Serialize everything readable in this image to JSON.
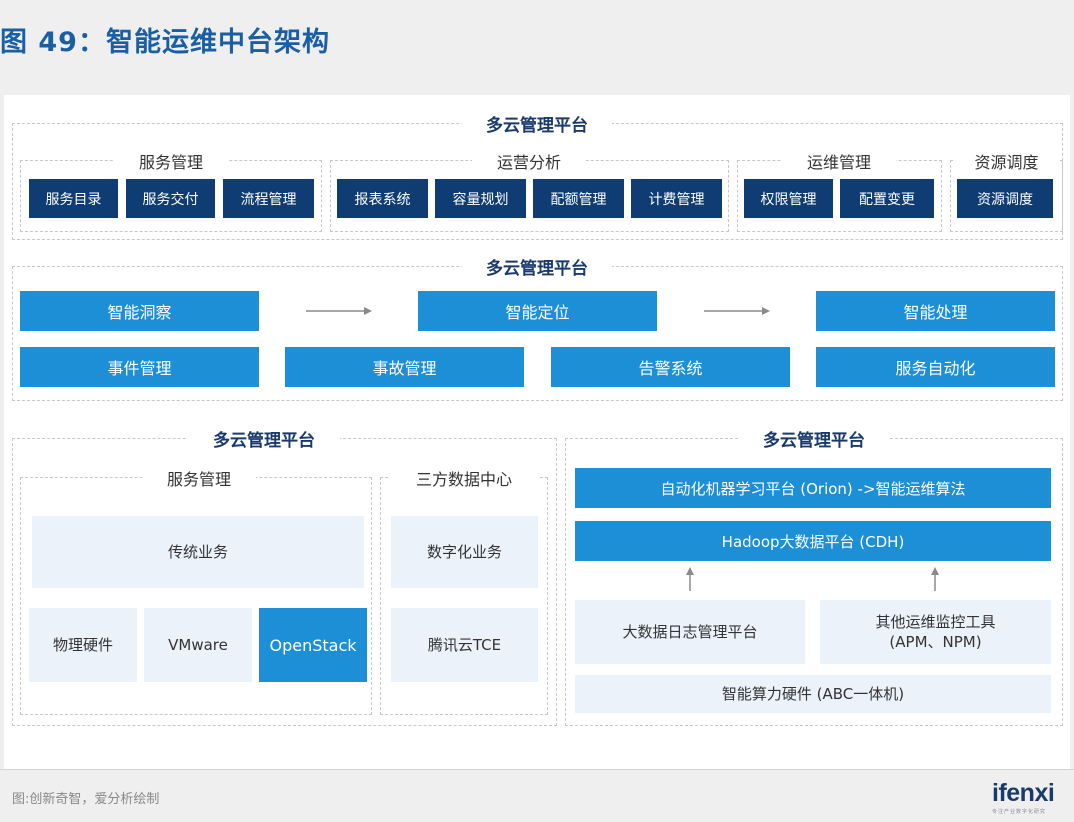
{
  "title": "图 49：智能运维中台架构",
  "top": {
    "title": "多云管理平台",
    "groups": [
      {
        "label": "服务管理",
        "items": [
          "服务目录",
          "服务交付",
          "流程管理"
        ]
      },
      {
        "label": "运营分析",
        "items": [
          "报表系统",
          "容量规划",
          "配额管理",
          "计费管理"
        ]
      },
      {
        "label": "运维管理",
        "items": [
          "权限管理",
          "配置变更"
        ]
      },
      {
        "label": "资源调度",
        "items": [
          "资源调度"
        ]
      }
    ]
  },
  "middle": {
    "title": "多云管理平台",
    "row1": [
      "智能洞察",
      "智能定位",
      "智能处理"
    ],
    "row2": [
      "事件管理",
      "事故管理",
      "告警系统",
      "服务自动化"
    ]
  },
  "bottom_left": {
    "title": "多云管理平台",
    "service": {
      "label": "服务管理",
      "traditional": "传统业务",
      "items": [
        "物理硬件",
        "VMware",
        "OpenStack"
      ]
    },
    "third_party": {
      "label": "三方数据中心",
      "items": [
        "数字化业务",
        "腾讯云TCE"
      ]
    }
  },
  "bottom_right": {
    "title": "多云管理平台",
    "ml_platform": "自动化机器学习平台 (Orion) ->智能运维算法",
    "hadoop": "Hadoop大数据平台 (CDH)",
    "log_platform": "大数据日志管理平台",
    "monitor_line1": "其他运维监控工具",
    "monitor_line2": "(APM、NPM)",
    "hardware": "智能算力硬件 (ABC一体机)"
  },
  "footer": {
    "source": "图:创新奇智，爱分析绘制",
    "logo": "ifenxi",
    "logo_sub": "专注产业数字化研究"
  },
  "colors": {
    "dark_navy": "#0f3d73",
    "blue": "#1c8fd6",
    "light": "#ecf2f9",
    "title": "#1a5fa3"
  }
}
